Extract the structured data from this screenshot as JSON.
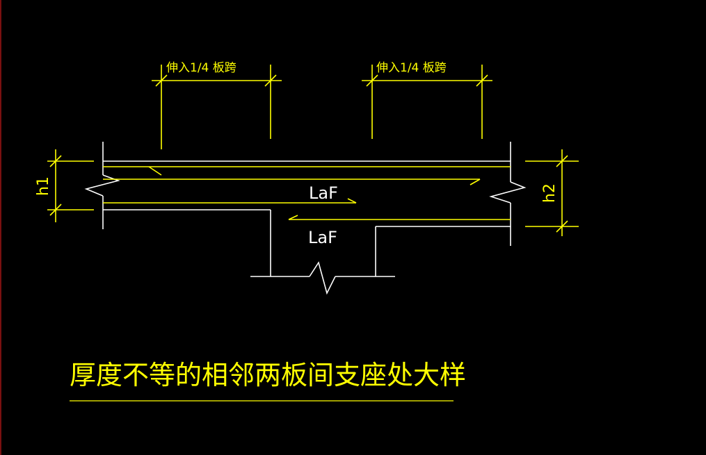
{
  "drawing": {
    "dim_label_left": "伸入1/4 板跨",
    "dim_label_right": "伸入1/4 板跨",
    "laf_upper": "LaF",
    "laf_lower": "LaF",
    "h1_label": "h1",
    "h2_label": "h2",
    "title": "厚度不等的相邻两板间支座处大样"
  },
  "colors": {
    "background": "#000000",
    "primary": "#ffff00",
    "secondary": "#ffffff",
    "frame": "#7a1010"
  }
}
